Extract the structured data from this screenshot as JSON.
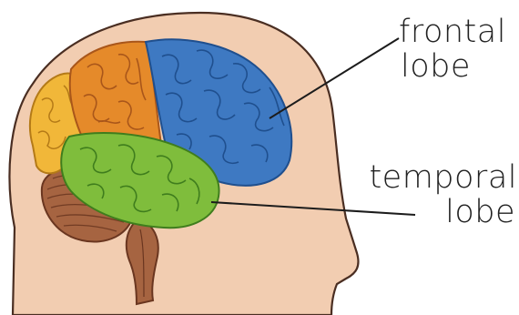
{
  "labels": {
    "frontal": {
      "line1": "frontal",
      "line2": "lobe"
    },
    "temporal": {
      "line1": "temporal",
      "line2": "lobe"
    }
  },
  "colors": {
    "skin": "#f2cdb1",
    "skin_outline": "#4a2e22",
    "frontal": "#3e79c2",
    "frontal_dark": "#1f4f8e",
    "parietal": "#e58a2a",
    "parietal_dark": "#a9561a",
    "occipital": "#f1b739",
    "occipital_dark": "#b47a17",
    "temporal": "#7fbd3c",
    "temporal_dark": "#3f7d1d",
    "cerebellum": "#a66441",
    "cerebellum_dark": "#6a3620",
    "pointer": "#1c1c1c"
  }
}
